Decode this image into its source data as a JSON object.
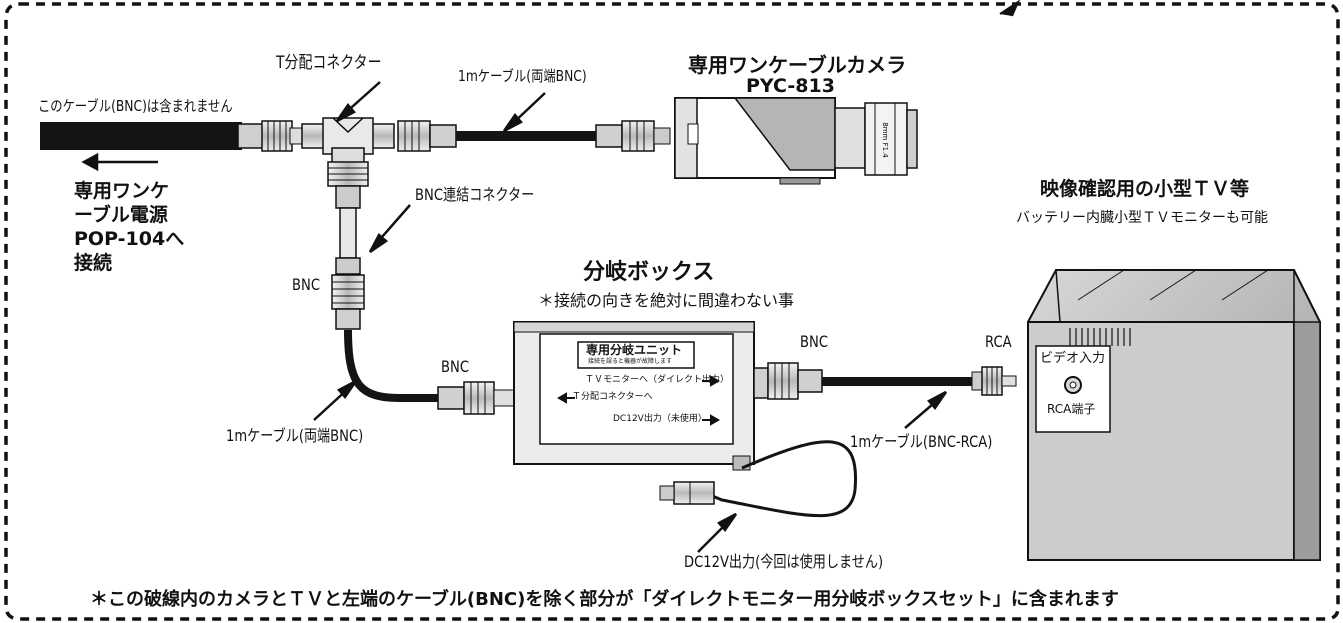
{
  "labels": {
    "t_connector": "T分配コネクター",
    "cable_top": "1mケーブル(両端BNC)",
    "camera_title_1": "専用ワンケーブルカメラ",
    "camera_title_2": "PYC-813",
    "cable_not_included": "このケーブル(BNC)は含まれません",
    "power_line1": "専用ワンケ",
    "power_line2": "ーブル電源",
    "power_line3": "POP-104へ",
    "power_line4": "接続",
    "bnc_coupler": "BNC連結コネクター",
    "bnc_left": "BNC",
    "box_title": "分岐ボックス",
    "box_note": "＊接続の向きを絶対に間違わない事",
    "bnc_box_left": "BNC",
    "bnc_box_right": "BNC",
    "rca": "RCA",
    "cable_bottom_left": "1mケーブル(両端BNC)",
    "cable_bottom_right": "1mケーブル(BNC-RCA)",
    "dc_out": "DC12V出力(今回は使用しません)",
    "tv_title": "映像確認用の小型ＴＶ等",
    "tv_note": "バッテリー内臓小型ＴＶモニターも可能",
    "video_in": "ビデオ入力",
    "rca_terminal": "RCA端子",
    "footer": "＊この破線内のカメラとＴＶと左端のケーブル(BNC)を除く部分が「ダイレクトモニター用分岐ボックスセット」に含まれます"
  },
  "unit": {
    "title": "専用分岐ユニット",
    "subtitle": "接続を誤ると機器が故障します",
    "row1": "ＴＶモニターへ（ダイレクト出力）",
    "row2": "Ｔ分配コネクターへ",
    "row3": "DC12V出力（未使用）"
  },
  "lens_text": "8mm F1.4",
  "colors": {
    "line": "#111111",
    "fill_light": "#e8e8e8",
    "fill_mid": "#bdbdbd",
    "dash": "#111111"
  }
}
